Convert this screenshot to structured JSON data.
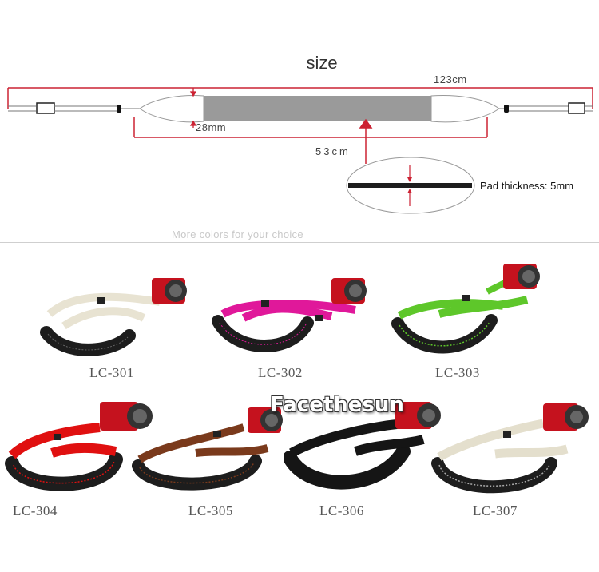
{
  "diagram": {
    "title": "size",
    "total_length": "123cm",
    "pad_length": "53cm",
    "pad_width": "28mm",
    "pad_thickness": "Pad thickness: 5mm"
  },
  "tagline": "More colors for your choice",
  "watermark": "Facethesun",
  "products": [
    {
      "label": "LC-301",
      "color": "#e8e3d2"
    },
    {
      "label": "LC-302",
      "color": "#e0189a"
    },
    {
      "label": "LC-303",
      "color": "#5ec72a"
    },
    {
      "label": "LC-304",
      "color": "#e01010"
    },
    {
      "label": "LC-305",
      "color": "#7a3a1c"
    },
    {
      "label": "LC-306",
      "color": "#151515"
    },
    {
      "label": "LC-307",
      "color": "#e4dfcd"
    }
  ],
  "colors": {
    "dimension_line": "#cc2233",
    "pad_gray": "#9a9a9a",
    "pad_black": "#1d1d1d"
  }
}
